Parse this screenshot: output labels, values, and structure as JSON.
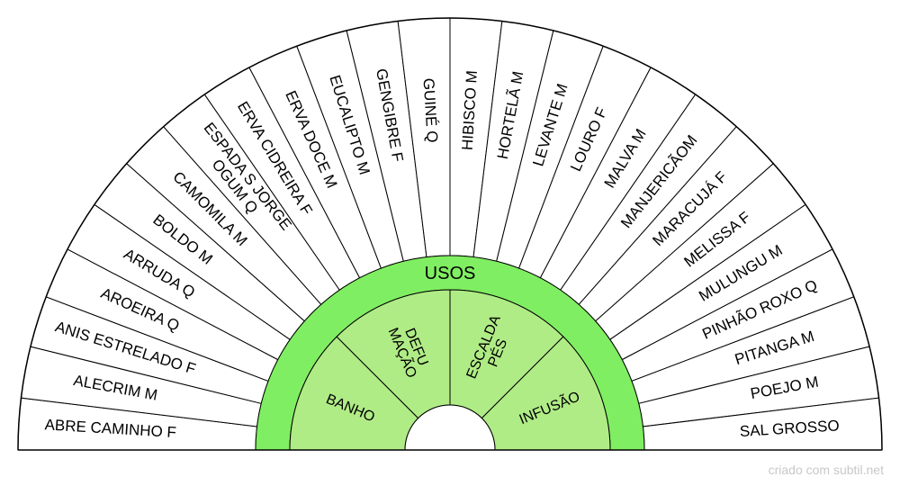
{
  "title": "USOS",
  "credit": "criado com subtil.net",
  "colors": {
    "ring_green": "#80ee62",
    "inner_green": "#b0ec86",
    "outline": "#000000",
    "background": "#ffffff"
  },
  "outer_items": [
    "ABRE CAMINHO F",
    "ALECRIM M",
    "ANIS ESTRELADO F",
    "AROEIRA Q",
    "ARRUDA Q",
    "BOLDO M",
    "CAMOMILA M",
    "ESPADA S JORGE\nOGUM Q",
    "ERVA CIDREIRA F",
    "ERVA DOCE M",
    "EUCALIPTO M",
    "GENGIBRE F",
    "GUINÉ Q",
    "HIBISCO M",
    "HORTELÃ M",
    "LEVANTE M",
    "LOURO F",
    "MALVA M",
    "MANJERICÃOM",
    "MARACUJÁ F",
    "MELISSA F",
    "MULUNGU M",
    "PINHÃO ROXO Q",
    "PITANGA M",
    "POEJO M",
    "SAL GROSSO"
  ],
  "inner_items": [
    "BANHO",
    "DEFU\nMAÇÃO",
    "ESCALDA\nPÉS",
    "INFUSÃO"
  ]
}
